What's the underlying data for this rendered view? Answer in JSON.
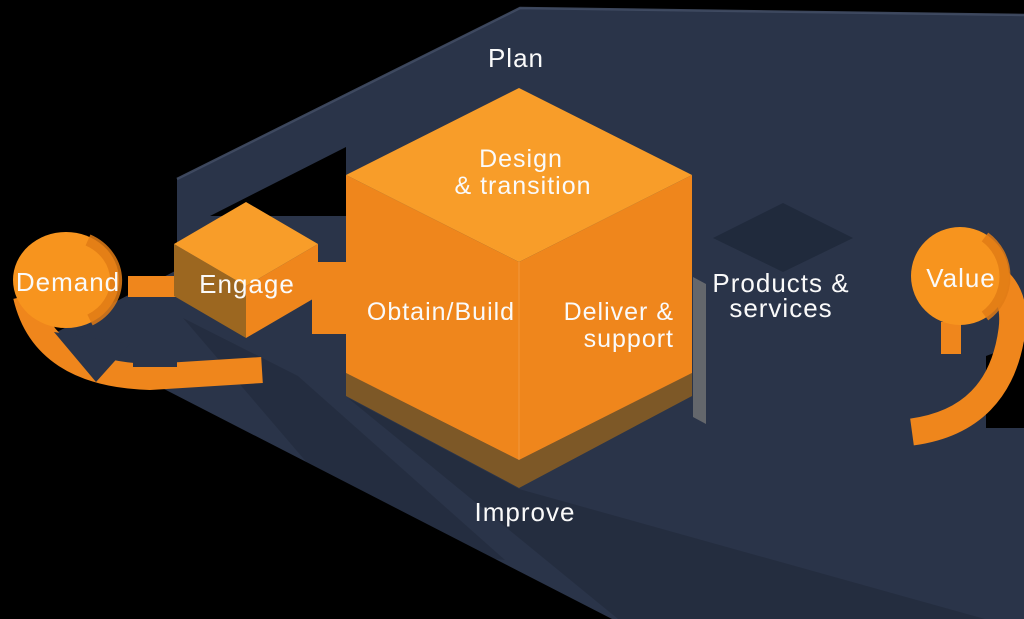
{
  "diagram": {
    "outer_labels": {
      "plan": "Plan",
      "improve": "Improve",
      "demand": "Demand",
      "value": "Value"
    },
    "activities": {
      "engage": "Engage",
      "design_transition": {
        "line1": "Design",
        "line2": "& transition"
      },
      "obtain_build": "Obtain/Build",
      "deliver_support": {
        "line1": "Deliver &",
        "line2": "support"
      },
      "products_services": {
        "line1": "Products &",
        "line2": "services"
      }
    },
    "colors": {
      "background": "#000000",
      "navy": "#2A3449",
      "navy_dark": "#202A3C",
      "navy_edge_highlight": "#414D64",
      "orange": "#F7941E",
      "orange_bright": "#F89D29",
      "orange_deep": "#EF861C",
      "orange_shade": "#E07B15",
      "brown": "#7D5827",
      "olive": "#9C6720",
      "gray_shadow": "#64676C",
      "text": "#FAFAFA"
    }
  }
}
